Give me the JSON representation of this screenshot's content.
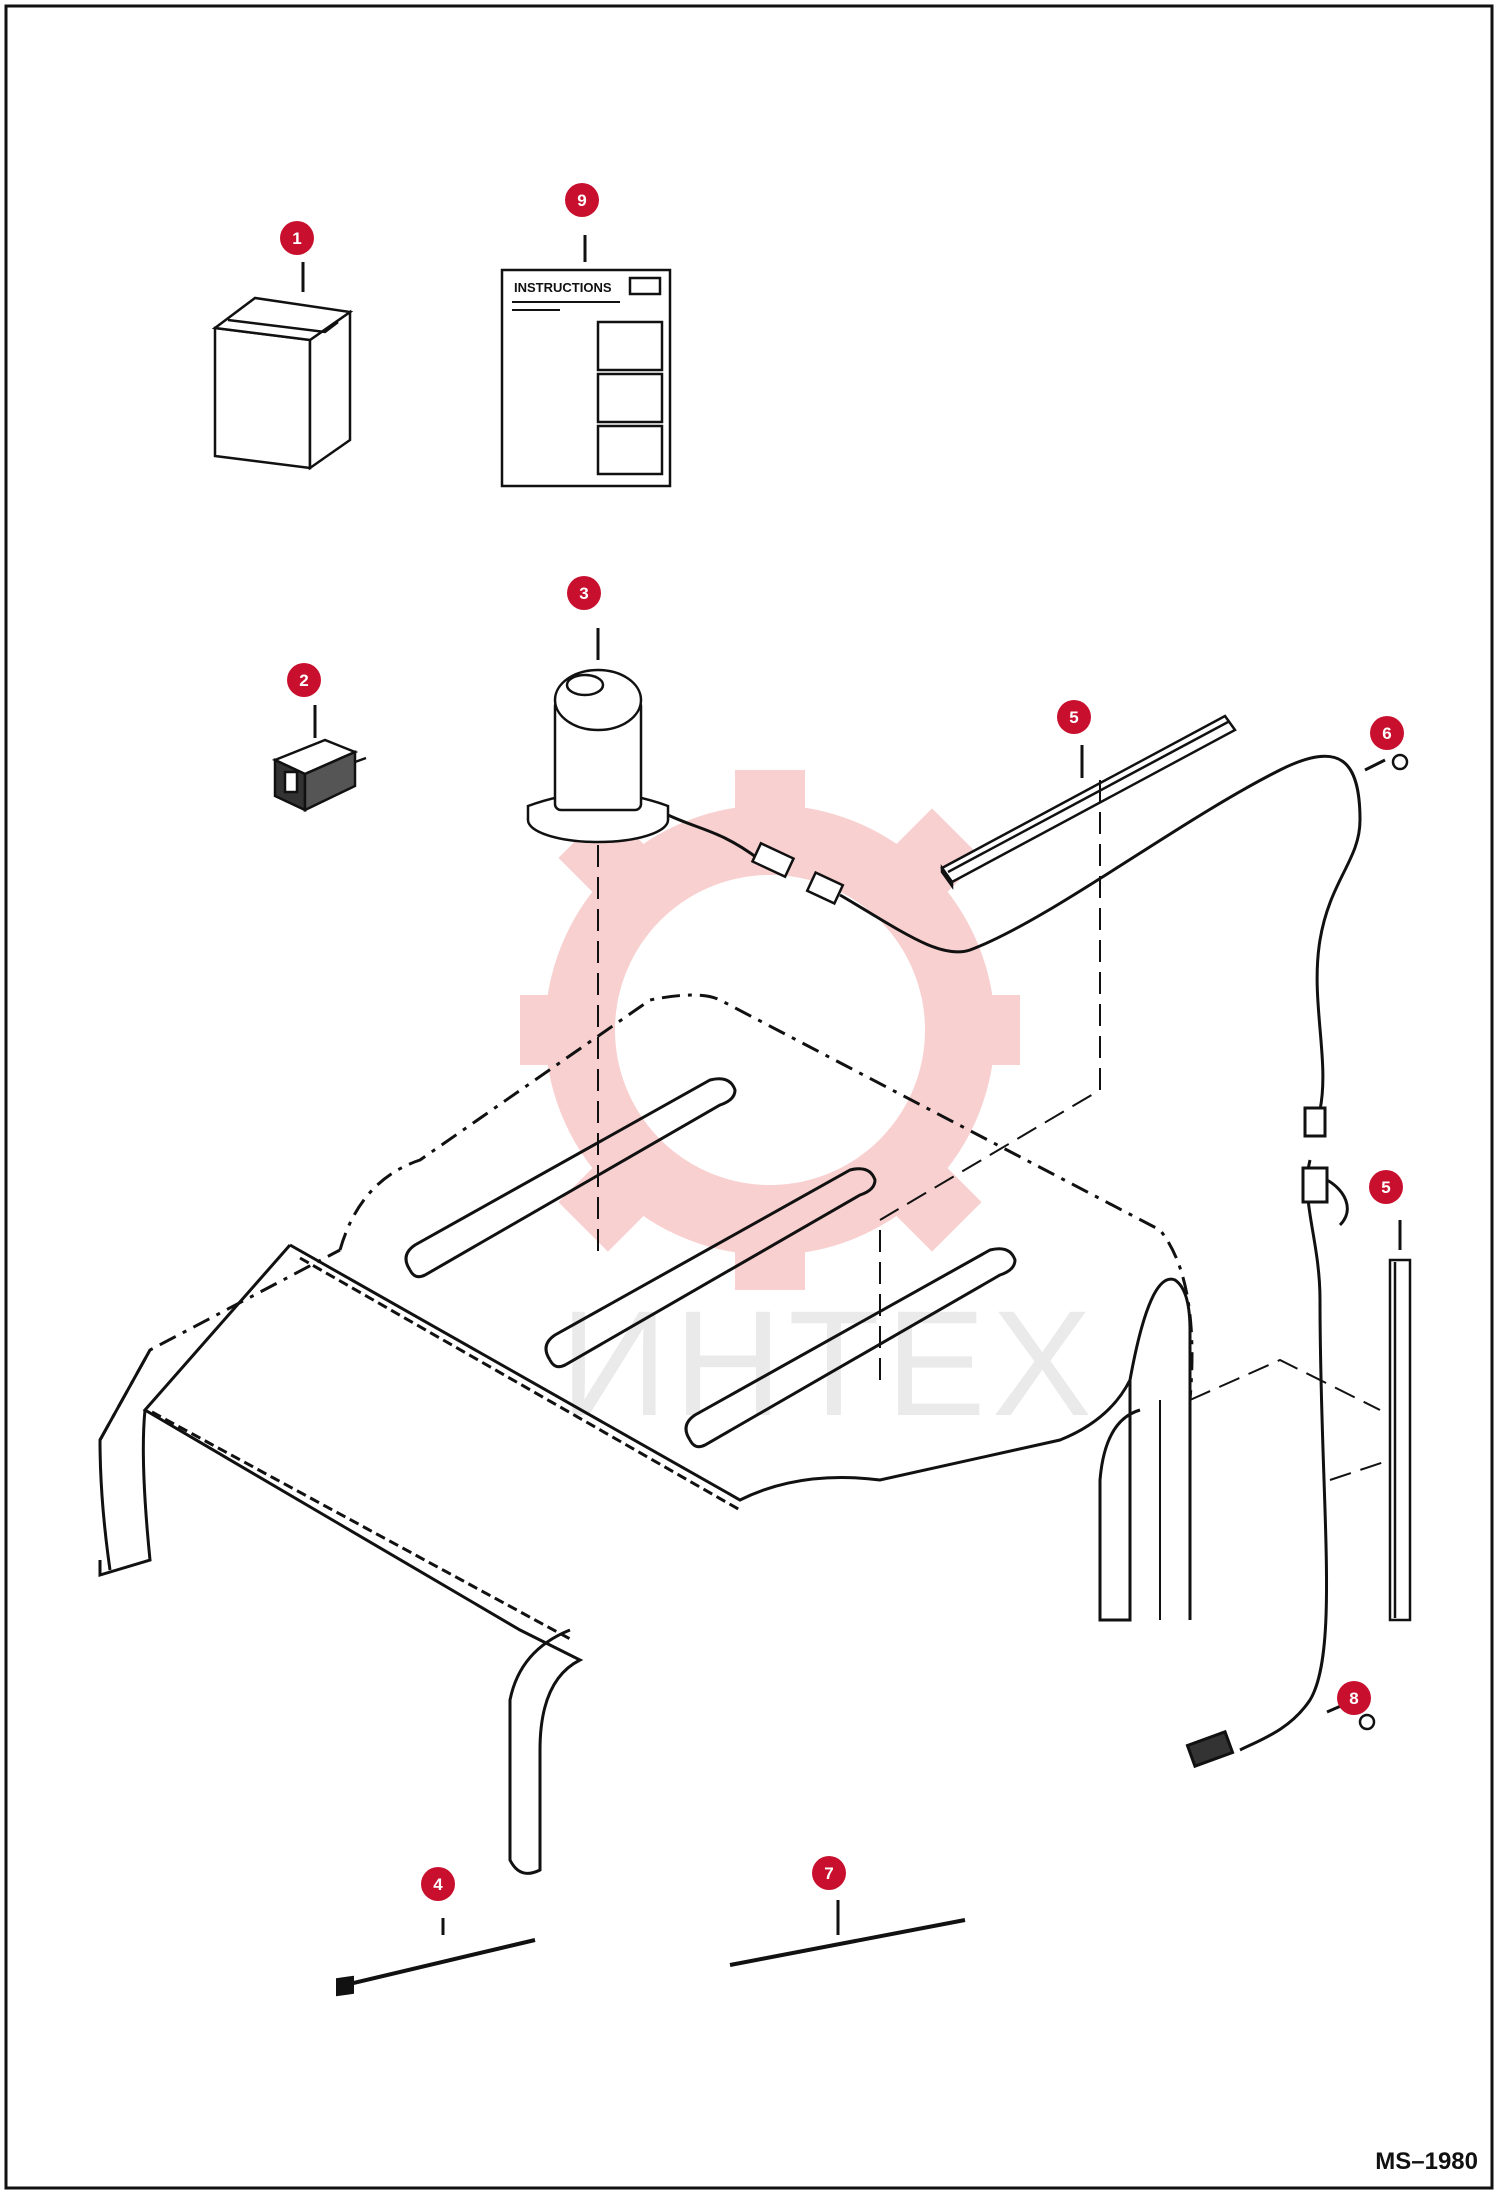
{
  "diagram": {
    "code": "MS–1980",
    "instructions_title": "INSTRUCTIONS",
    "watermark_text": "ИНТЕХ",
    "callout_color": "#c8102e",
    "watermark_color": "#f3c4c4",
    "callouts": [
      "1",
      "2",
      "3",
      "4",
      "5",
      "5",
      "6",
      "7",
      "8",
      "9"
    ],
    "callout_ids": [
      "callout-1",
      "callout-2",
      "callout-3",
      "callout-4",
      "callout-5a",
      "callout-5b",
      "callout-6",
      "callout-7",
      "callout-8",
      "callout-9"
    ],
    "parts": {
      "1": "box-package",
      "2": "rocker-switch",
      "3": "beacon-light",
      "4": "cable-tie-short",
      "5": "edge-trim-strip",
      "6": "washer",
      "7": "cable-tie-long",
      "8": "washer",
      "9": "instructions-sheet"
    }
  }
}
